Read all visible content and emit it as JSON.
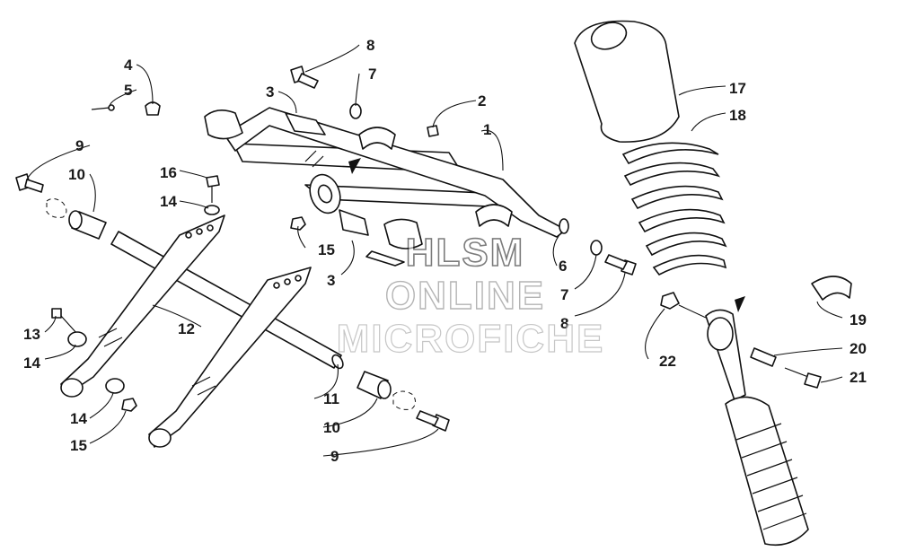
{
  "callouts": {
    "c1": "1",
    "c2": "2",
    "c3a": "3",
    "c3b": "3",
    "c4": "4",
    "c5": "5",
    "c6": "6",
    "c7a": "7",
    "c7b": "7",
    "c8a": "8",
    "c8b": "8",
    "c9a": "9",
    "c9b": "9",
    "c10a": "10",
    "c10b": "10",
    "c11": "11",
    "c12": "12",
    "c13": "13",
    "c14a": "14",
    "c14b": "14",
    "c14c": "14",
    "c15a": "15",
    "c15b": "15",
    "c16": "16",
    "c17": "17",
    "c18": "18",
    "c19": "19",
    "c20": "20",
    "c21": "21",
    "c22": "22"
  },
  "watermark": {
    "line1": "HLSM",
    "line2": "ONLINE",
    "line3": "MICROFICHE"
  },
  "colors": {
    "line": "#111111",
    "watermark": "#8a8a8a"
  }
}
